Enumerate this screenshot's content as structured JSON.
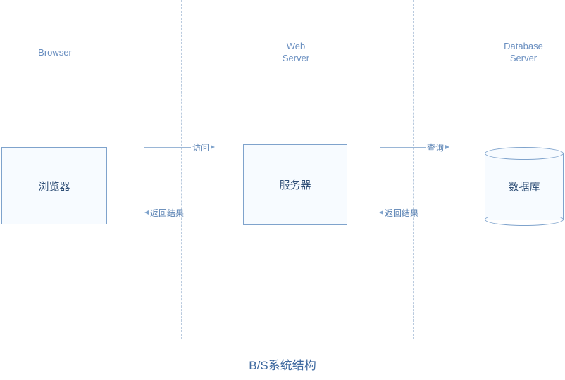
{
  "diagram": {
    "caption": "B/S系统结构",
    "lanes": [
      {
        "label": "Browser"
      },
      {
        "label": "Web\nServer"
      },
      {
        "label": "Database\nServer"
      }
    ],
    "nodes": [
      {
        "id": "browser",
        "label": "浏览器",
        "shape": "rect"
      },
      {
        "id": "server",
        "label": "服务器",
        "shape": "rect"
      },
      {
        "id": "database",
        "label": "数据库",
        "shape": "cylinder"
      }
    ],
    "flows": [
      {
        "id": "request-1",
        "label": "访问",
        "direction": "right"
      },
      {
        "id": "response-1",
        "label": "返回结果",
        "direction": "left"
      },
      {
        "id": "request-2",
        "label": "查询",
        "direction": "right"
      },
      {
        "id": "response-2",
        "label": "返回结果",
        "direction": "left"
      }
    ],
    "colors": {
      "stroke": "#7fa3cc",
      "fill": "#f7fbff",
      "text": "#2f4f77",
      "label": "#6a8fc0",
      "divider": "#b9cade"
    }
  }
}
